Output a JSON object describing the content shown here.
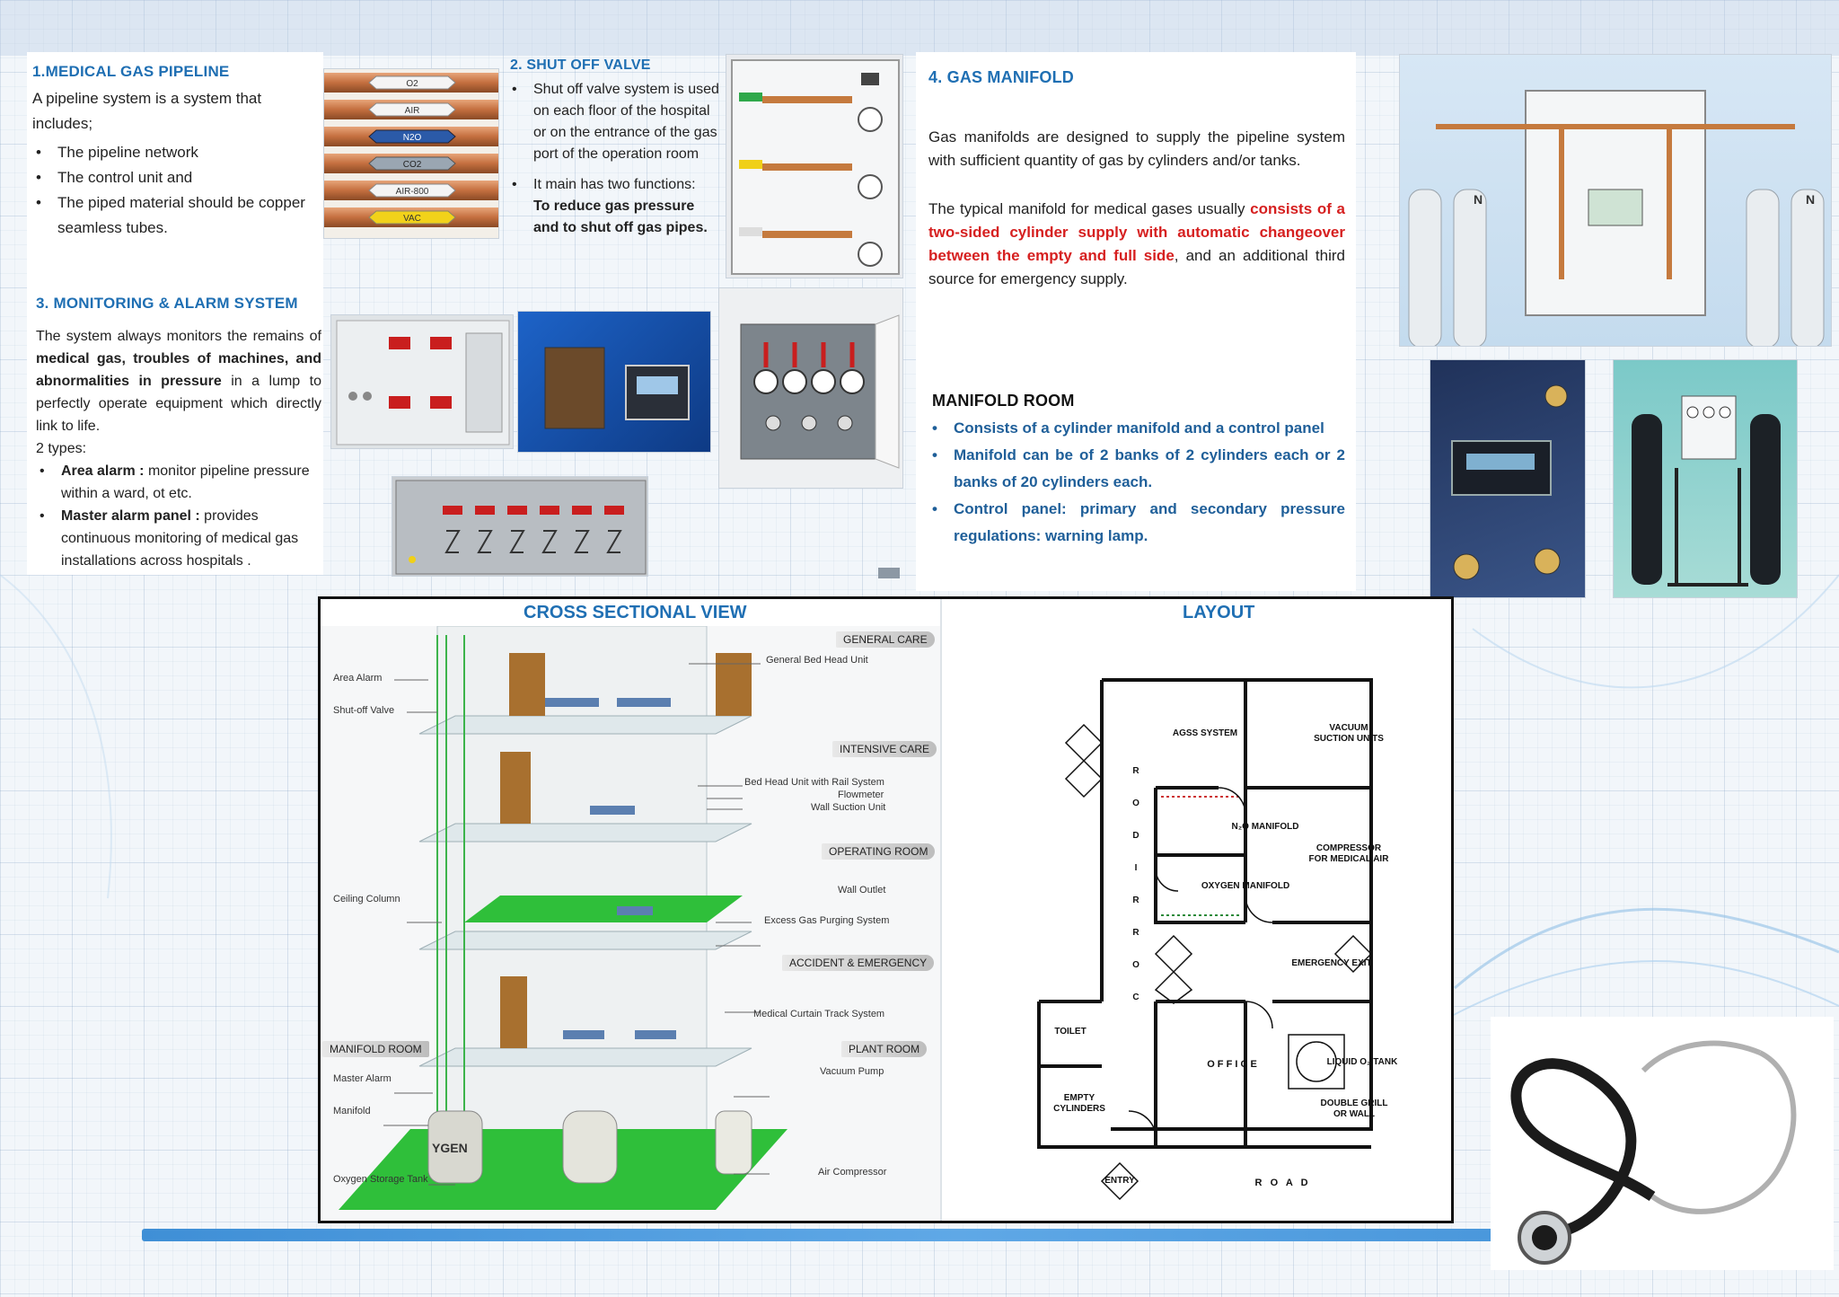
{
  "sections": {
    "pipeline": {
      "heading": "1.MEDICAL GAS PIPELINE",
      "intro": "A pipeline system is a system that includes;",
      "items": [
        "The pipeline network",
        "The control unit and",
        "The piped material should be copper seamless tubes."
      ]
    },
    "shutoff": {
      "heading": "2. SHUT OFF VALVE",
      "item1": "Shut off valve system is used on each floor of the hospital or on the entrance of the gas port of the operation room",
      "item2": "It main has two functions:",
      "item2_bold": "To reduce gas pressure and to shut off gas pipes."
    },
    "monitoring": {
      "heading": "3. MONITORING  & ALARM SYSTEM",
      "p1_a": "The system always monitors the remains of ",
      "p1_b": "medical gas, troubles of machines, and abnormalities in pressure",
      "p1_c": " in a lump to perfectly operate equipment which directly link to life.",
      "types": "2 types:",
      "alarm1_bold": "Area alarm :",
      "alarm1_text": " monitor pipeline pressure within a ward, ot etc.",
      "alarm2_bold": "Master alarm panel :",
      "alarm2_text": " provides continuous monitoring of medical gas installations across hospitals ."
    },
    "manifold": {
      "heading": "4. GAS  MANIFOLD",
      "p1": "Gas manifolds are designed to supply the pipeline system with sufficient quantity of gas by cylinders and/or tanks.",
      "p2_a": "The typical manifold for medical gases usually ",
      "p2_red": "consists of a two-sided cylinder supply with automatic changeover between the empty and full side",
      "p2_b": ", and an additional third source for emergency supply.",
      "room_heading": "MANIFOLD ROOM",
      "room_items": [
        "Consists of a cylinder manifold and a control panel",
        "Manifold can be of 2 banks of 2 cylinders each or 2 banks of 20 cylinders each.",
        "Control panel: primary and secondary pressure regulations: warning lamp."
      ]
    }
  },
  "gas_pipes": [
    "O2",
    "AIR",
    "N2O",
    "CO2",
    "AIR-800",
    "VAC"
  ],
  "cylinder_letters": [
    "N",
    "N"
  ],
  "cross_section": {
    "title": "CROSS SECTIONAL VIEW",
    "zones": [
      "GENERAL CARE",
      "INTENSIVE CARE",
      "OPERATING ROOM",
      "ACCIDENT & EMERGENCY",
      "PLANT ROOM",
      "MANIFOLD ROOM"
    ],
    "labels_right": [
      "General Bed Head Unit",
      "Bed Head Unit with Rail System",
      "Flowmeter",
      "Wall Suction Unit",
      "Wall Outlet",
      "Excess Gas Purging System",
      "Medical Curtain Track System",
      "Vacuum Pump",
      "Air Compressor"
    ],
    "labels_left": [
      "Area Alarm",
      "Shut-off Valve",
      "Ceiling Column",
      "Master Alarm",
      "Manifold",
      "Oxygen Storage Tank"
    ],
    "tank_text": "YGEN"
  },
  "layout": {
    "title": "LAYOUT",
    "rooms": {
      "agss": "AGSS SYSTEM",
      "vacuum": "VACUUM SUCTION UNITS",
      "n2o": "N₂O MANIFOLD",
      "oxygen": "OXYGEN MANIFOLD",
      "compressor": "COMPRESSOR FOR MEDICAL AIR",
      "emergency": "EMERGENCY EXIT",
      "toilet": "TOILET",
      "empty": "EMPTY CYLINDERS",
      "office": "O F F I C E",
      "liquid": "LIQUID O₂ TANK",
      "grill": "DOUBLE GRILL OR WALL",
      "entry": "ENTRY",
      "road": "R   O   A   D",
      "corridor": [
        "R",
        "O",
        "D",
        "I",
        "R",
        "R",
        "O",
        "C"
      ]
    }
  },
  "colors": {
    "heading": "#1f6fb3",
    "red": "#d62020",
    "floor_green": "#2fbf3a"
  }
}
